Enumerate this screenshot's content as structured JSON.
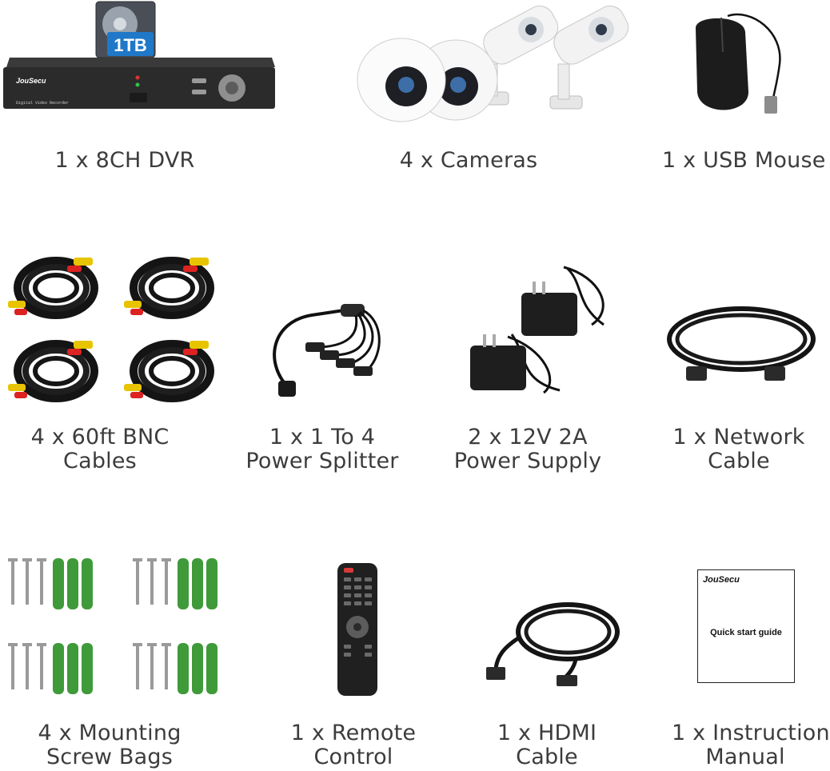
{
  "brand": "JouSecu",
  "items": [
    {
      "id": "dvr",
      "icon": "dvr-recorder-icon",
      "lines": [
        "1 x 8CH DVR"
      ],
      "hdd_label": "1TB",
      "panel_label": "Digital Video Recorder"
    },
    {
      "id": "cameras",
      "icon": "security-camera-icon",
      "lines": [
        "4 x Cameras"
      ]
    },
    {
      "id": "mouse",
      "icon": "usb-mouse-icon",
      "lines": [
        "1 x USB Mouse"
      ]
    },
    {
      "id": "bnc",
      "icon": "bnc-cable-icon",
      "lines": [
        "4 x 60ft BNC",
        "Cables"
      ]
    },
    {
      "id": "splitter",
      "icon": "power-splitter-icon",
      "lines": [
        "1 x 1 To 4",
        "Power Splitter"
      ]
    },
    {
      "id": "power",
      "icon": "power-adapter-icon",
      "lines": [
        "2 x 12V 2A",
        "Power Supply"
      ]
    },
    {
      "id": "network",
      "icon": "network-cable-icon",
      "lines": [
        "1 x Network",
        "Cable"
      ]
    },
    {
      "id": "screws",
      "icon": "screw-anchor-icon",
      "lines": [
        "4 x Mounting",
        "Screw Bags"
      ]
    },
    {
      "id": "remote",
      "icon": "remote-control-icon",
      "lines": [
        "1 x Remote",
        "Control"
      ]
    },
    {
      "id": "hdmi",
      "icon": "hdmi-cable-icon",
      "lines": [
        "1 x HDMI",
        "Cable"
      ]
    },
    {
      "id": "manual",
      "icon": "manual-booklet-icon",
      "lines": [
        "1 x Instruction",
        "Manual"
      ],
      "booklet_title": "Quick start guide"
    }
  ],
  "colors": {
    "caption": "#3c3c3c",
    "dvr_body": "#2b2b2b",
    "anchor_green": "#3f9a3a",
    "cable_black": "#161616"
  }
}
